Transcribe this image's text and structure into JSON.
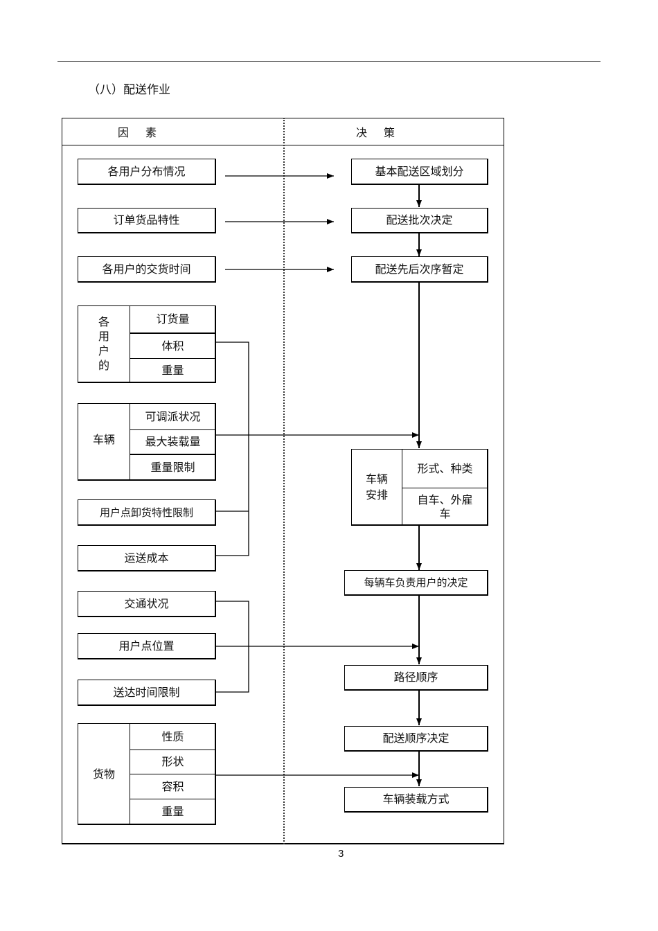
{
  "section_title": "（八）配送作业",
  "headers": {
    "factors": "因素",
    "decisions": "决策"
  },
  "factors": {
    "distribution": "各用户分布情况",
    "order_traits": "订单货品特性",
    "delivery_time": "各用户的交货时间",
    "user_group": {
      "label": "各用户的",
      "items": [
        "订货量",
        "体积",
        "重量"
      ]
    },
    "vehicle_group": {
      "label": "车辆",
      "items": [
        "可调派状况",
        "最大装载量",
        "重量限制"
      ]
    },
    "unload_limit": "用户点卸货特性限制",
    "transport_cost": "运送成本",
    "traffic": "交通状况",
    "location": "用户点位置",
    "time_limit": "送达时间限制",
    "goods_group": {
      "label": "货物",
      "items": [
        "性质",
        "形状",
        "容积",
        "重量"
      ]
    }
  },
  "decisions": {
    "zone_division": "基本配送区域划分",
    "batch": "配送批次决定",
    "sequence_tentative": "配送先后次序暂定",
    "vehicle_arrangement": {
      "label": "车辆安排",
      "items": [
        "形式、种类",
        "自车、外雇车"
      ]
    },
    "vehicle_assignment": "每辆车负责用户的决定",
    "route_order": "路径顺序",
    "delivery_order": "配送顺序决定",
    "loading_method": "车辆装载方式"
  },
  "page_number": "3"
}
